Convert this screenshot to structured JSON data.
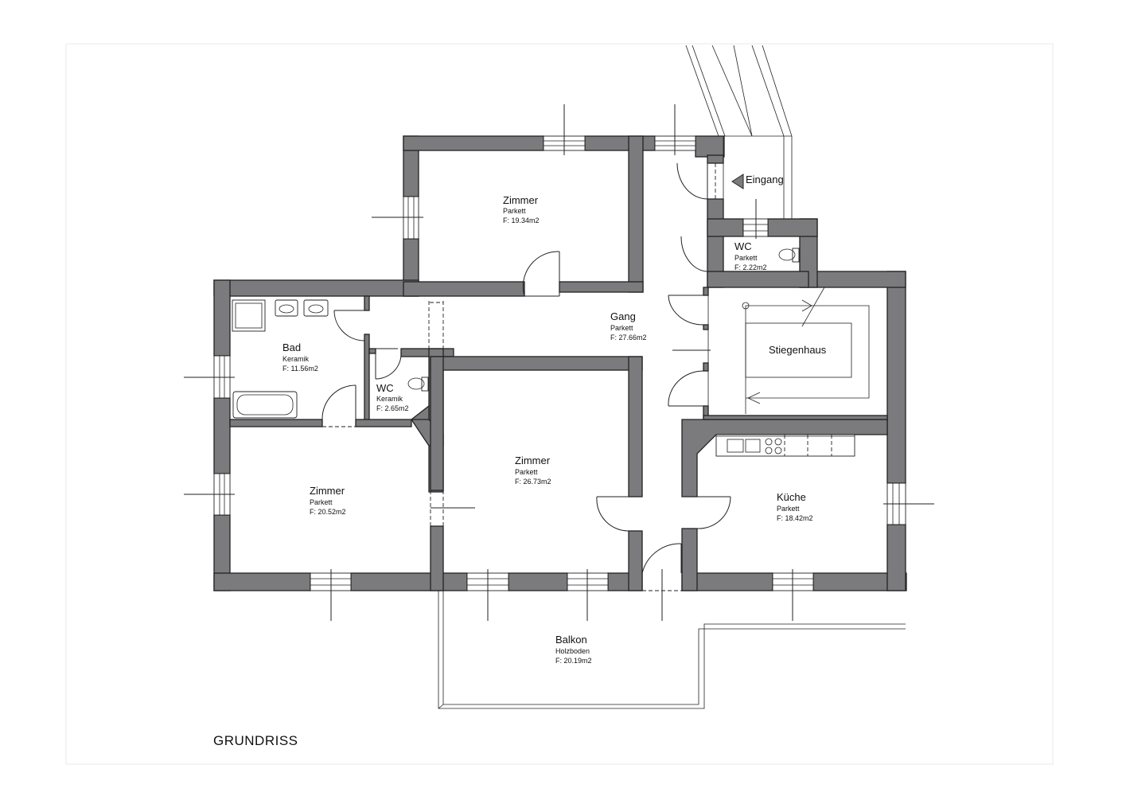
{
  "drawing_title": "GRUNDRISS",
  "entrance_label": "Eingang",
  "rooms": {
    "zimmer_top": {
      "name": "Zimmer",
      "floor": "Parkett",
      "area": "F: 19.34m2"
    },
    "bad": {
      "name": "Bad",
      "floor": "Keramik",
      "area": "F: 11.56m2"
    },
    "wc_left": {
      "name": "WC",
      "floor": "Keramik",
      "area": "F: 2.65m2"
    },
    "gang": {
      "name": "Gang",
      "floor": "Parkett",
      "area": "F: 27.66m2"
    },
    "wc_right": {
      "name": "WC",
      "floor": "Parkett",
      "area": "F: 2.22m2"
    },
    "stiegenhaus": {
      "name": "Stiegenhaus"
    },
    "zimmer_left": {
      "name": "Zimmer",
      "floor": "Parkett",
      "area": "F: 20.52m2"
    },
    "zimmer_mid": {
      "name": "Zimmer",
      "floor": "Parkett",
      "area": "F: 26.73m2"
    },
    "kueche": {
      "name": "Küche",
      "floor": "Parkett",
      "area": "F: 18.42m2"
    },
    "balkon": {
      "name": "Balkon",
      "floor": "Holzboden",
      "area": "F: 20.19m2"
    }
  },
  "colors": {
    "wall_fill": "#7b7b7d",
    "line": "#222222",
    "background": "#ffffff"
  }
}
